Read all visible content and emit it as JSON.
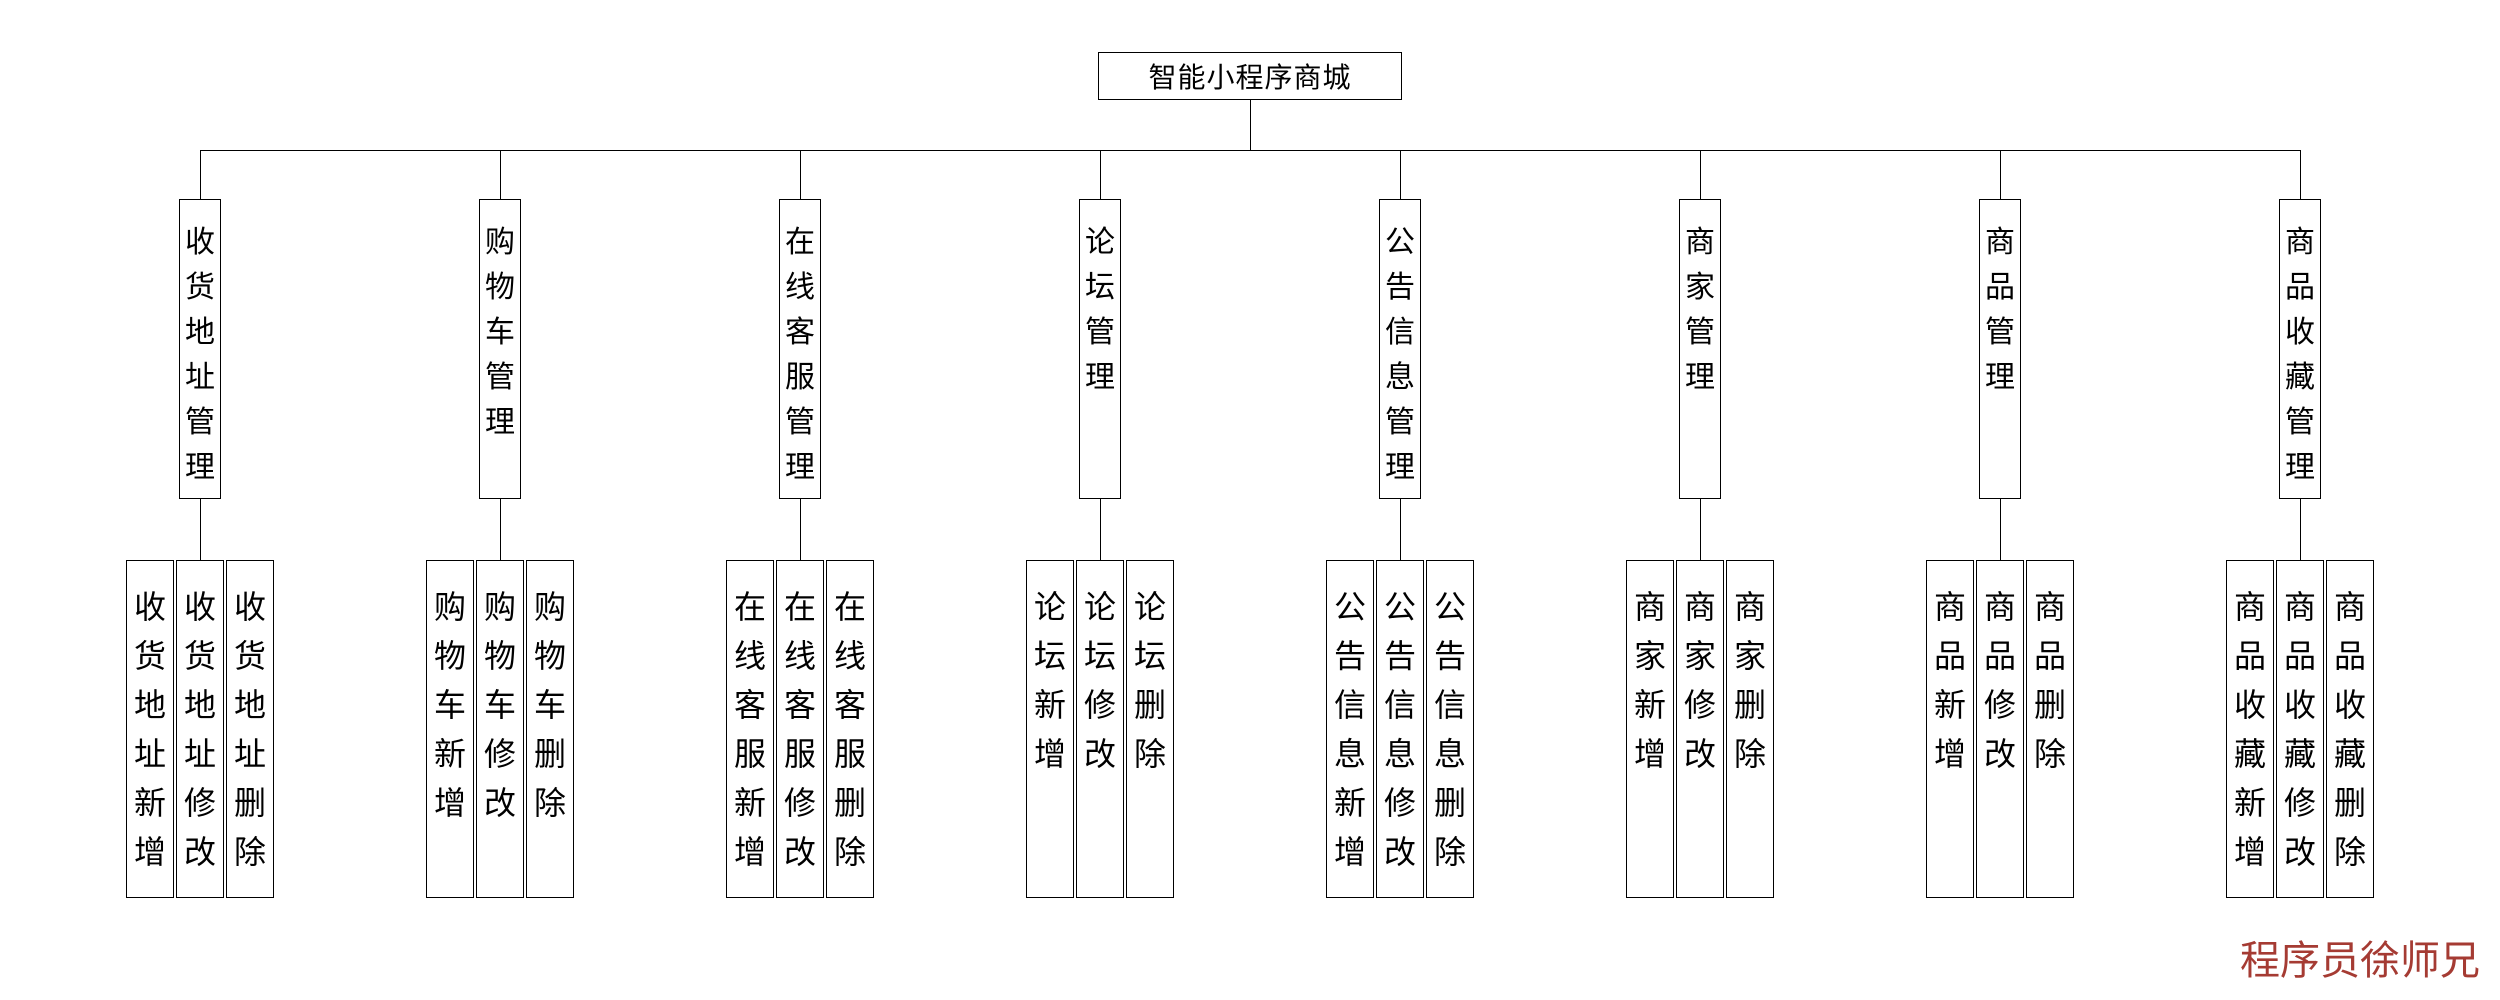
{
  "root": {
    "label": "智能小程序商城"
  },
  "branches": [
    {
      "label": "收货地址管理",
      "children": [
        "收货地址新增",
        "收货地址修改",
        "收货地址删除"
      ]
    },
    {
      "label": "购物车管理",
      "children": [
        "购物车新增",
        "购物车修改",
        "购物车删除"
      ]
    },
    {
      "label": "在线客服管理",
      "children": [
        "在线客服新增",
        "在线客服修改",
        "在线客服删除"
      ]
    },
    {
      "label": "论坛管理",
      "children": [
        "论坛新增",
        "论坛修改",
        "论坛删除"
      ]
    },
    {
      "label": "公告信息管理",
      "children": [
        "公告信息新增",
        "公告信息修改",
        "公告信息删除"
      ]
    },
    {
      "label": "商家管理",
      "children": [
        "商家新增",
        "商家修改",
        "商家删除"
      ]
    },
    {
      "label": "商品管理",
      "children": [
        "商品新增",
        "商品修改",
        "商品删除"
      ]
    },
    {
      "label": "商品收藏管理",
      "children": [
        "商品收藏新增",
        "商品收藏修改",
        "商品收藏删除"
      ]
    }
  ],
  "watermark": "程序员徐师兄",
  "colors": {
    "line": "#000000",
    "box_border": "#000000",
    "box_fill": "#ffffff",
    "text": "#000000",
    "watermark": "#a53b33",
    "background": "#ffffff"
  }
}
